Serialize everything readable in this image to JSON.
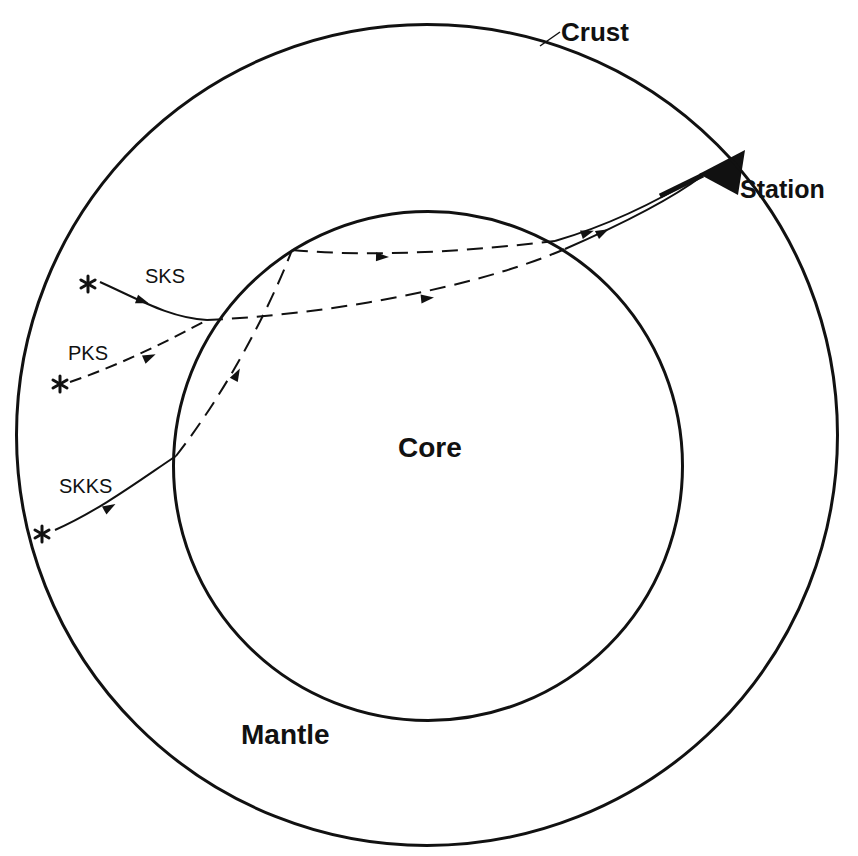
{
  "diagram": {
    "nodes": [
      {
        "text": [
          "Mantle"
        ]
      },
      {
        "text": [
          "Core"
        ],
        "in": 0
      }
    ],
    "labels": [
      "Crust",
      "Station",
      "SKS",
      "PKS",
      "SKKS"
    ]
  }
}
